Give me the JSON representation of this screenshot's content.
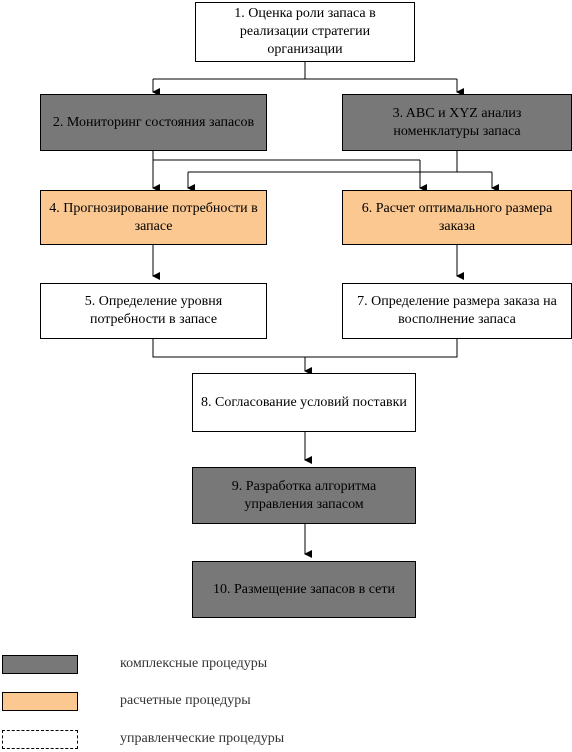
{
  "colors": {
    "complex": "#787878",
    "calculation": "#fbc891",
    "management": "#ffffff",
    "line": "#000000"
  },
  "nodes": {
    "n1": "1. Оценка роли запаса в реализации стратегии организации",
    "n2": "2. Мониторинг состояния запасов",
    "n3": "3. ABC и XYZ анализ номенклатуры запаса",
    "n4": "4. Прогнозирование потребности в запасе",
    "n5": "5. Определение уровня потребности в запасе",
    "n6": "6. Расчет оптимального размера заказа",
    "n7": "7. Определение размера заказа на восполнение запаса",
    "n8": "8. Согласование условий поставки",
    "n9": "9. Разработка алгоритма управления запасом",
    "n10": "10. Размещение запасов в сети"
  },
  "legend": [
    {
      "type": "complex",
      "label": "комплексные процедуры"
    },
    {
      "type": "calculation",
      "label": "расчетные процедуры"
    },
    {
      "type": "management",
      "label": "управленческие процедуры"
    }
  ]
}
